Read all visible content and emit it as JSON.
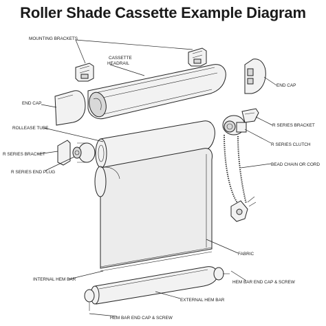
{
  "title": "Roller Shade Cassette Example Diagram",
  "labels": {
    "mounting_brackets": "MOUNTING BRACKETS",
    "cassette_headrail_1": "CASSETTE",
    "cassette_headrail_2": "HEADRAIL",
    "end_cap_right": "END CAP",
    "end_cap_left": "END CAP",
    "rollease_tube": "ROLLEASE TUBE",
    "r_series_bracket_right": "R SERIES BRACKET",
    "r_series_bracket_left": "R SERIES BRACKET",
    "r_series_clutch": "R SERIES CLUTCH",
    "r_series_end_plug": "R SERIES END PLUG",
    "bead_chain_or_cord": "BEAD CHAIN OR CORD",
    "fabric": "FABRIC",
    "internal_hem_bar": "INTERNAL HEM BAR",
    "hem_bar_end_cap_screw_right": "HEM BAR END CAP & SCREW",
    "external_hem_bar": "EXTERNAL HEM BAR",
    "hem_bar_end_cap_screw_bottom": "HEM BAR END CAP & SCREW"
  }
}
